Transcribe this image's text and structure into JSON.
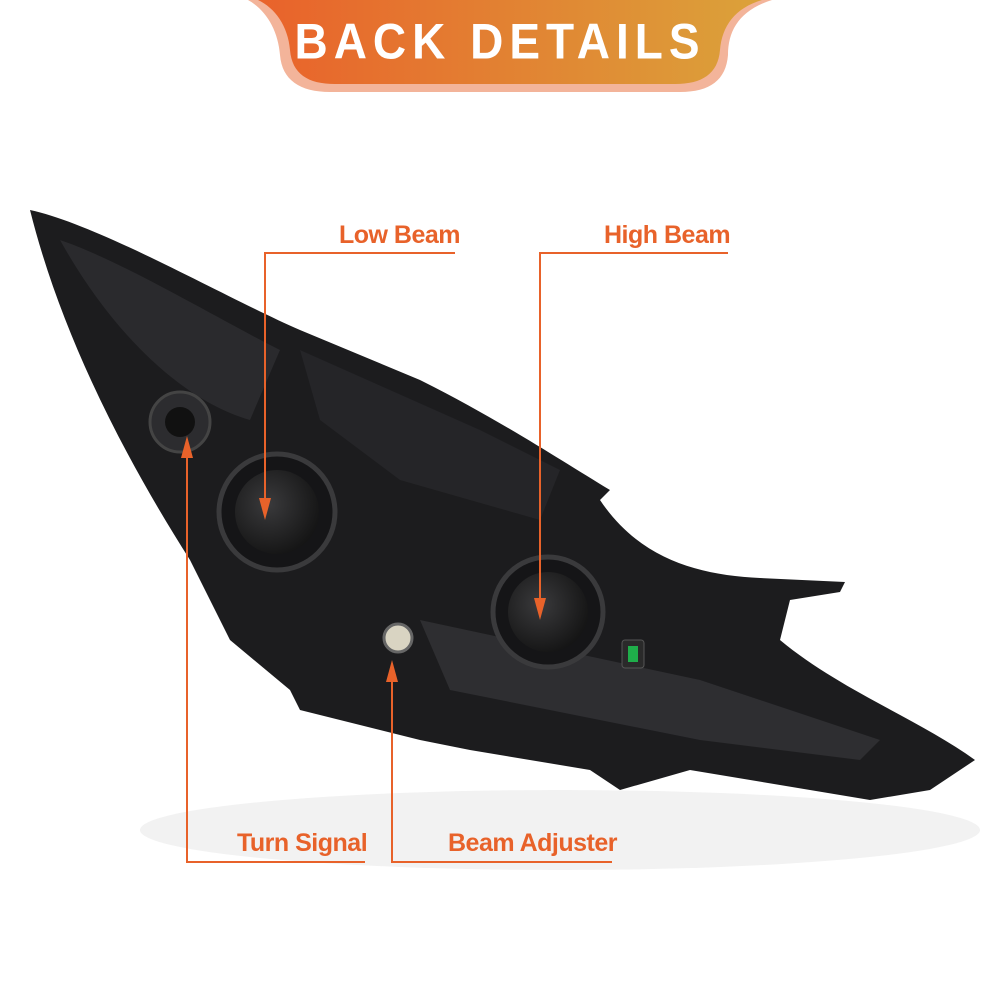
{
  "header": {
    "title": "BACK DETAILS"
  },
  "callouts": {
    "low_beam": "Low Beam",
    "high_beam": "High Beam",
    "turn_signal": "Turn Signal",
    "beam_adjuster": "Beam Adjuster"
  },
  "colors": {
    "accent": "#e8622a",
    "header_start": "#e9622b",
    "header_end": "#dba23a",
    "housing": "#1c1c1e"
  }
}
